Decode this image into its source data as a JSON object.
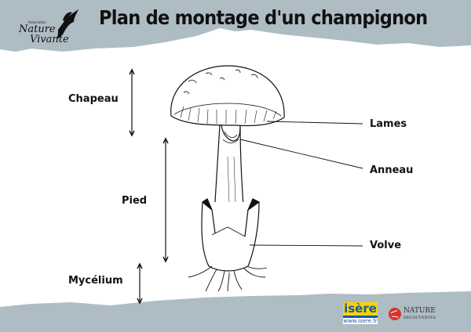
{
  "header": {
    "title": "Plan de montage d'un champignon",
    "logo": {
      "small": "Association",
      "line1": "Nature",
      "line2": "Vivante"
    }
  },
  "labels": {
    "chapeau": "Chapeau",
    "pied": "Pied",
    "mycelium": "Mycélium",
    "lames": "Lames",
    "anneau": "Anneau",
    "volve": "Volve"
  },
  "footer": {
    "isere": {
      "name": "isère",
      "url": "www.isere.fr"
    },
    "nature_decouvertes": {
      "line1": "NATURE",
      "line2": "DECOUVERTES"
    }
  },
  "colors": {
    "band": "#aebcc4",
    "ink": "#111111",
    "isere_yellow": "#f6d400",
    "isere_blue": "#1a5aa6",
    "nd_red": "#d8322c"
  }
}
